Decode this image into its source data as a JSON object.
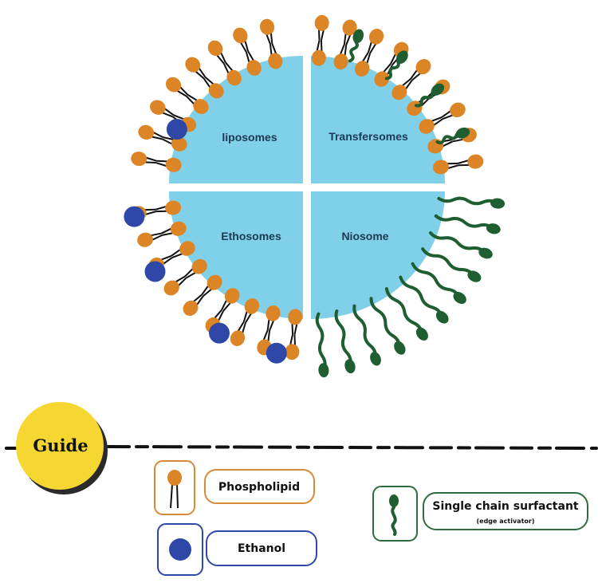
{
  "quadrants": {
    "top_left": "liposomes",
    "top_right": "Transfersomes",
    "bottom_left": "Ethosomes",
    "bottom_right": "Niosome"
  },
  "guide": {
    "title": "Guide"
  },
  "legend": {
    "phospholipid": "Phospholipid",
    "ethanol": "Ethanol",
    "surfactant": "Single chain surfactant",
    "surfactant_note": "(edge activator)"
  },
  "colors": {
    "core": "#7fd0e8",
    "phospholipid_head": "#dc8527",
    "ethanol": "#2f48a8",
    "surfactant": "#1f5e30",
    "guide_badge": "#f6d630",
    "phospholipid_box": "#d9893a",
    "ethanol_box": "#2f48a8",
    "surfactant_box": "#2e6b3e"
  },
  "icons": [
    "phospholipid-icon",
    "ethanol-icon",
    "surfactant-icon"
  ]
}
